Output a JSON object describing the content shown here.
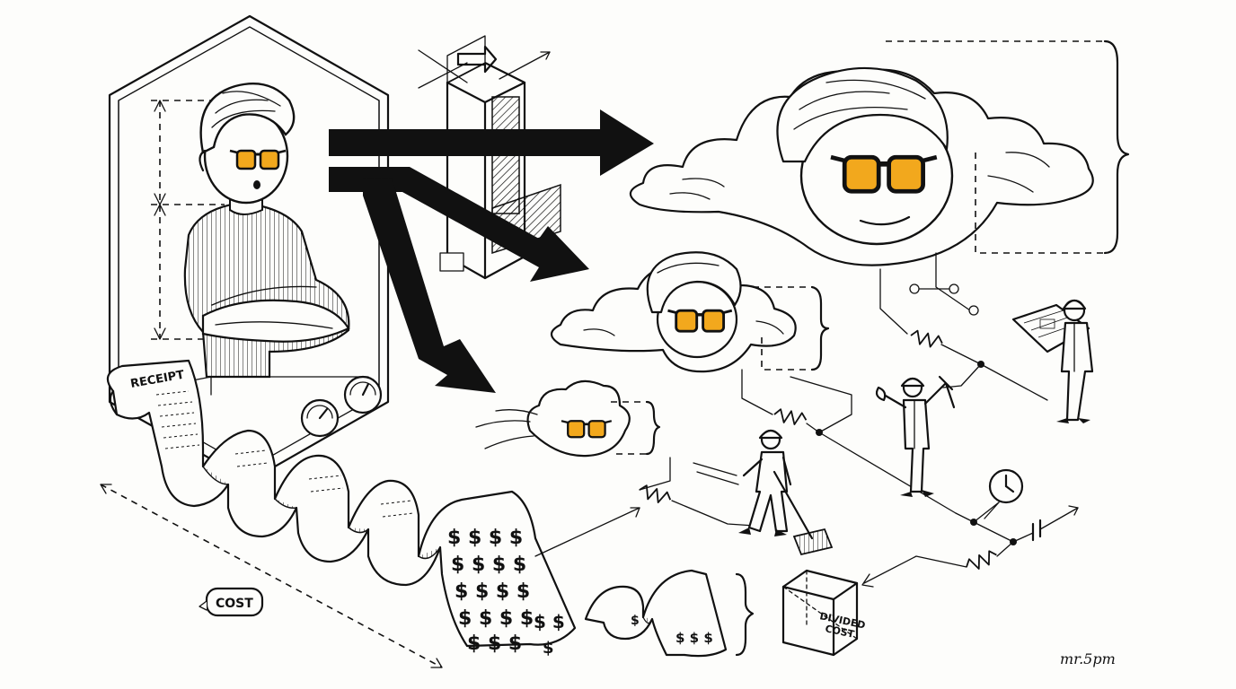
{
  "labels": {
    "receipt": "RECEIPT",
    "cost": "COST",
    "divided_cost_line1": "DIVIDED",
    "divided_cost_line2": "COST",
    "signature": "mr.5pm"
  },
  "colors": {
    "ink": "#111111",
    "lens": "#f2a81d",
    "paper": "#fdfdfb"
  },
  "icons": [
    "person-icon",
    "cloud-face-icon",
    "worker-icon",
    "gauge-icon",
    "clock-icon",
    "resistor-icon"
  ]
}
